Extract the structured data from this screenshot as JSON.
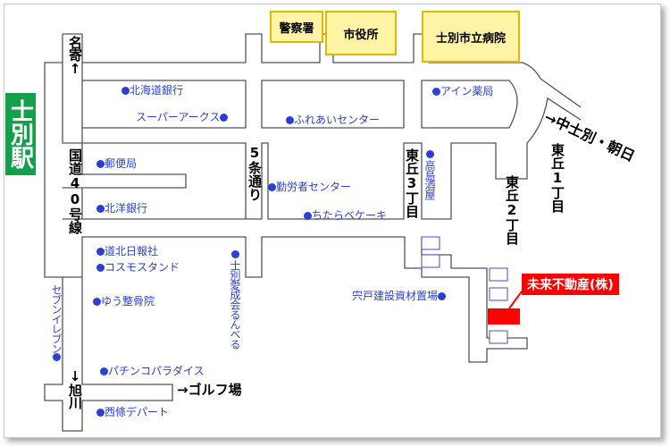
{
  "station": {
    "name": "士別駅",
    "bg": "#14a04a"
  },
  "buildings": {
    "police": "警察署",
    "city_hall": "市役所",
    "hospital": "士別市立病院"
  },
  "directions": {
    "nayoro": "名寄↑",
    "asahikawa": "↓旭川",
    "golf": "→ゴルフ場",
    "nakashibetsu": "→中士別・朝日"
  },
  "streets": {
    "kokudo": "国道40号線",
    "jo5": "5条通り",
    "higashi3": "東丘3丁目",
    "higashi2": "東丘2丁目",
    "higashi1": "東丘1丁目"
  },
  "pois": {
    "hokkaido_bank": "北海道銀行",
    "super_arcs": "スーパーアークス",
    "fureai": "ふれあいセンター",
    "ain": "アイン薬局",
    "post_office": "郵便局",
    "kinrousha": "勤労者センター",
    "takashima": "高島酒屋",
    "hokuyo_bank": "北洋銀行",
    "chitara": "ちたらベケーキ",
    "doho": "道北日報社",
    "cosmos": "コスモスタンド",
    "yuu": "ゆう整骨院",
    "aiseikai": "士別愛成会るんべる",
    "shishido": "宍戸建設資材置場",
    "seven": "セブンイレブン",
    "pachinko": "パチンコパラダイス",
    "saijo": "西條デパート"
  },
  "target": {
    "name": "未来不動産(株)",
    "color": "#ff0000"
  },
  "colors": {
    "poi": "#2a3fd6",
    "road": "#555555",
    "building_fill": "#fff3a6",
    "building_border": "#e0b800"
  }
}
